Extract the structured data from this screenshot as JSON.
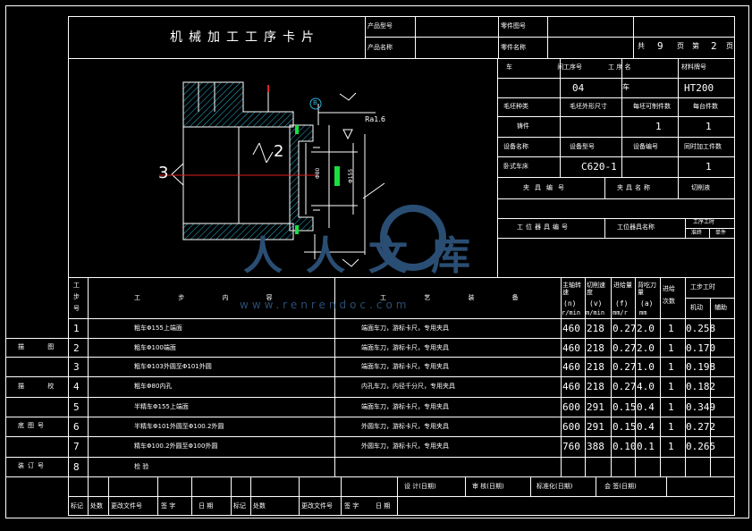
{
  "header": {
    "title": "机械加工工序卡片",
    "product_model_label": "产品型号",
    "part_drawing_no_label": "零件图号",
    "product_name_label": "产品名称",
    "part_name_label": "零件名称",
    "total_label": "共",
    "total_pages": "9",
    "page_unit": "页",
    "page_label": "第",
    "page_no": "2"
  },
  "info": {
    "workshop_label": "车 间",
    "process_no_label": "工序号",
    "process_name_label": "工 序 名",
    "material_label": "材料牌号",
    "process_no": "04",
    "process_name": "车",
    "material": "HT200",
    "blank_type_label": "毛坯种类",
    "blank_size_label": "毛坯外形尺寸",
    "blank_parts_label": "每坯可制件数",
    "per_unit_label": "每台件数",
    "casting_label": "铸件",
    "blank_parts": "1",
    "per_unit": "1",
    "equip_name_label": "设备名称",
    "equip_model_label": "设备型号",
    "equip_no_label": "设备编号",
    "simul_parts_label": "同时加工件数",
    "equip_name": "卧式车床",
    "equip_model": "C620-1",
    "simul_parts": "1",
    "fixture_no_label": "夹具编号",
    "fixture_name_label": "夹具名称",
    "coolant_label": "切削液",
    "station_tool_no_label": "工位器具编号",
    "station_tool_name_label": "工位器具名称",
    "process_hours_label": "工序工时",
    "standard_label": "准终",
    "unit_label": "单件"
  },
  "drawing": {
    "roughness": "Ra1.6",
    "datum": "B",
    "num_3": "3",
    "num_2": "2",
    "dim_v1": "Φ80",
    "dim_v2": "Φ155"
  },
  "table": {
    "step_no_label": "工步号",
    "step_content_label": "工 步 内 容",
    "equipment_label": "工 艺 装 备",
    "spindle_label": "主轴转速",
    "speed_label": "切削速度",
    "feed_label": "进给量",
    "depth_label": "背吃刀量",
    "passes_label": "进给次数",
    "hours_label": "工步工时",
    "machine_label": "机动",
    "aux_label": "辅助",
    "u_n": "(n)",
    "u_v": "(v)",
    "u_f": "(f)",
    "u_a": "(a)",
    "u_rmin": "r/min",
    "u_mmin": "m/min",
    "u_mmr": "mm/r",
    "u_mm": "mm",
    "rows": [
      {
        "no": "1",
        "content": "粗车Φ155上端面",
        "equip": "端面车刀，游标卡尺，专用夹具",
        "n": "460",
        "v": "218",
        "f": "0.27",
        "a": "2.0",
        "p": "1",
        "t": "0.258"
      },
      {
        "no": "2",
        "content": "粗车Φ100端面",
        "equip": "端面车刀，游标卡尺，专用夹具",
        "n": "460",
        "v": "218",
        "f": "0.27",
        "a": "2.0",
        "p": "1",
        "t": "0.170"
      },
      {
        "no": "3",
        "content": "粗车Φ103外圆至Φ101外圆",
        "equip": "端面车刀，游标卡尺，专用夹具",
        "n": "460",
        "v": "218",
        "f": "0.27",
        "a": "1.0",
        "p": "1",
        "t": "0.198"
      },
      {
        "no": "4",
        "content": "粗车Φ80内孔",
        "equip": "内孔车刀，内径千分尺，专用夹具",
        "n": "460",
        "v": "218",
        "f": "0.27",
        "a": "4.0",
        "p": "1",
        "t": "0.182"
      },
      {
        "no": "5",
        "content": "半精车Φ155上端面",
        "equip": "端面车刀，游标卡尺，专用夹具",
        "n": "600",
        "v": "291",
        "f": "0.15",
        "a": "0.4",
        "p": "1",
        "t": "0.349"
      },
      {
        "no": "6",
        "content": "半精车Φ101外圆至Φ100.2外圆",
        "equip": "外圆车刀，游标卡尺，专用夹具",
        "n": "600",
        "v": "291",
        "f": "0.15",
        "a": "0.4",
        "p": "1",
        "t": "0.272"
      },
      {
        "no": "7",
        "content": "精车Φ100.2外圆至Φ100外圆",
        "equip": "外圆车刀，游标卡尺，专用夹具",
        "n": "760",
        "v": "388",
        "f": "0.10",
        "a": "0.1",
        "p": "1",
        "t": "0.265"
      },
      {
        "no": "8",
        "content": "检 验",
        "equip": "",
        "n": "",
        "v": "",
        "f": "",
        "a": "",
        "p": "",
        "t": ""
      }
    ]
  },
  "side": {
    "trace_label": "描 图",
    "proof_label": "描 校",
    "base_no_label": "底图号",
    "binding_no_label": "装订号"
  },
  "footer": {
    "design_label": "设 计(日期)",
    "review_label": "审 核(日期)",
    "standard_label": "标准化(日期)",
    "sign_label": "会 签(日期)",
    "mark_label": "标记",
    "count_label": "处数",
    "change_doc_label": "更改文件号",
    "signature_label": "签 字",
    "date_label": "日 期"
  },
  "watermark": {
    "logo_text": "人人文库",
    "url": "www.renrendoc.com"
  }
}
